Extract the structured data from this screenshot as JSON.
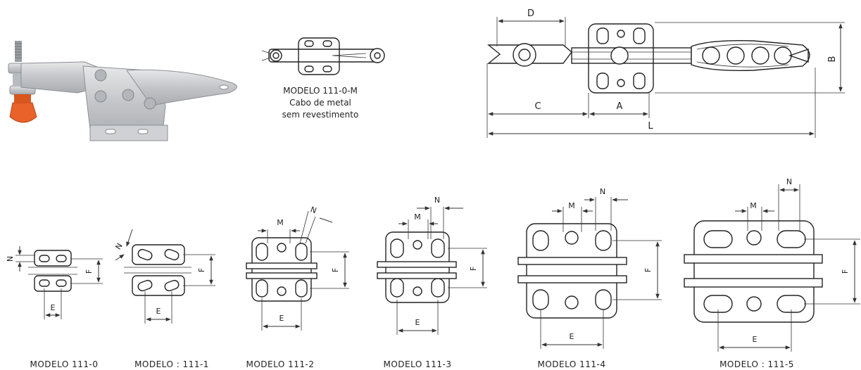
{
  "header_model": {
    "line1": "MODELO 111-0-M",
    "line2": "Cabo de metal",
    "line3": "sem revestimento"
  },
  "dimensions": {
    "A": "A",
    "B": "B",
    "C": "C",
    "D": "D",
    "L": "L",
    "E": "E",
    "F": "F",
    "M": "M",
    "N": "N"
  },
  "models": [
    {
      "id": "m0",
      "label": "MODELO  111-0"
    },
    {
      "id": "m1",
      "label": "MODELO : 111-1"
    },
    {
      "id": "m2",
      "label": "MODELO  111-2"
    },
    {
      "id": "m3",
      "label": "MODELO  111-3"
    },
    {
      "id": "m4",
      "label": "MODELO  111-4"
    },
    {
      "id": "m5",
      "label": "MODELO : 111-5"
    }
  ],
  "colors": {
    "clamp_metal": "#c8cacd",
    "clamp_tip": "#e8622a",
    "line": "#222222"
  },
  "icons": {
    "product": "toggle-clamp-photo",
    "top_view": "clamp-top-view-drawing"
  }
}
